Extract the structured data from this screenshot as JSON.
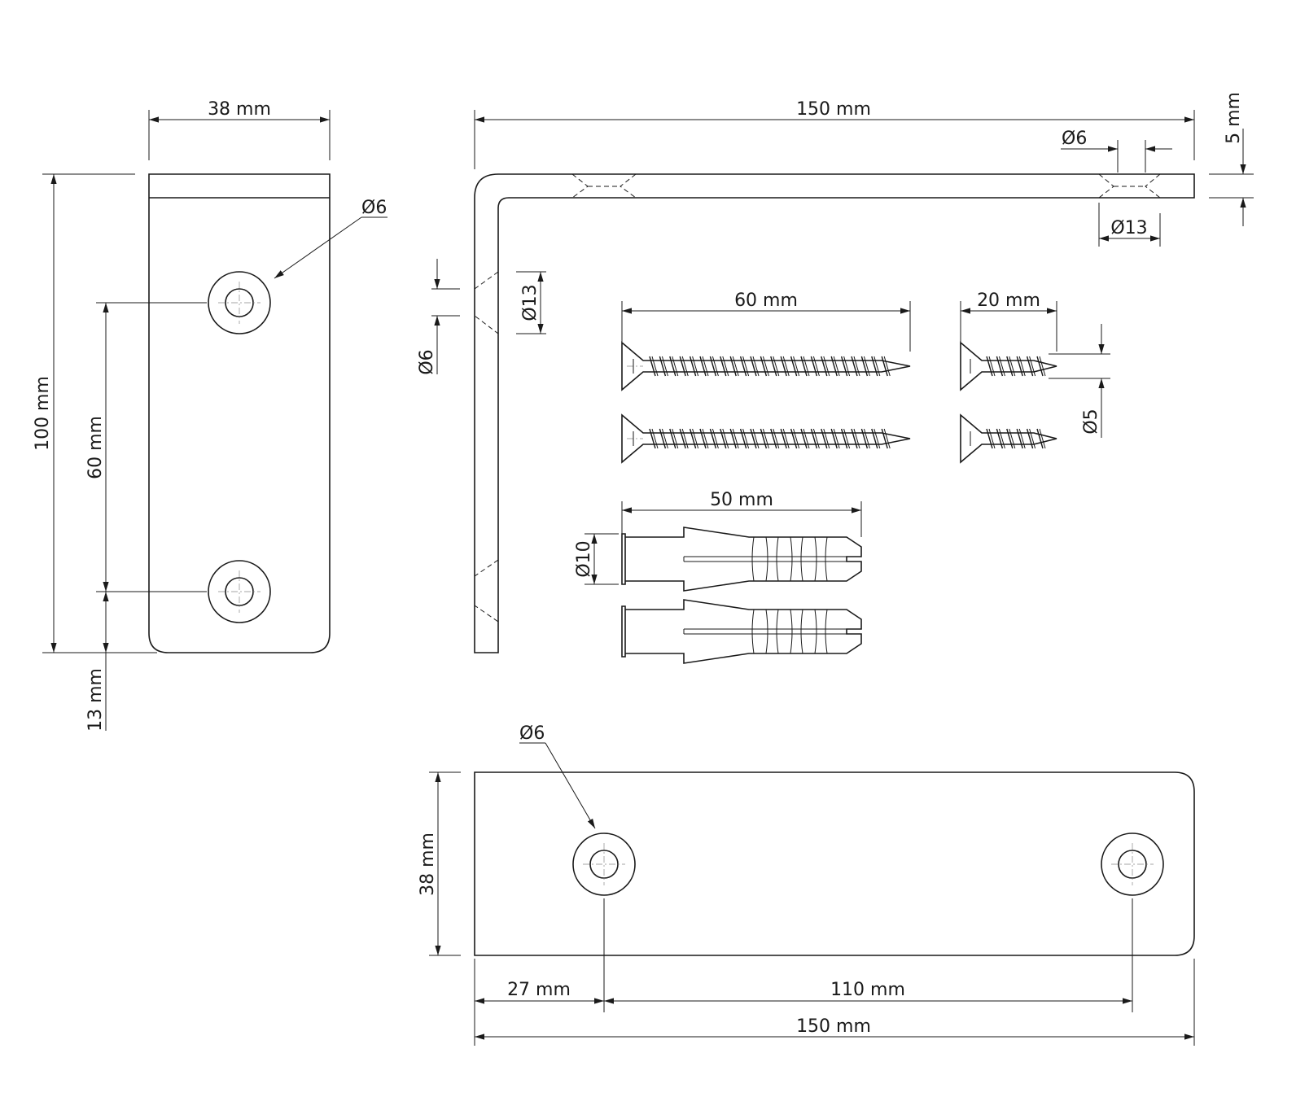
{
  "labels": {
    "side_width": "38 mm",
    "side_height": "100 mm",
    "side_hole_spacing": "60 mm",
    "side_bottom_offset": "13 mm",
    "side_hole_diameter": "Ø6",
    "top_length": "150 mm",
    "top_thickness": "5 mm",
    "top_hole_diameter": "Ø6",
    "top_countersink_diameter": "Ø13",
    "left_countersink_diameter": "Ø13",
    "left_hole_diameter": "Ø6",
    "long_screw_length": "60 mm",
    "short_screw_length": "20 mm",
    "screw_diameter": "Ø5",
    "plug_length": "50 mm",
    "plug_diameter": "Ø10",
    "bottom_hole_diameter": "Ø6",
    "bottom_width": "38 mm",
    "bottom_edge_offset": "27 mm",
    "bottom_hole_spacing": "110 mm",
    "bottom_length": "150 mm"
  }
}
